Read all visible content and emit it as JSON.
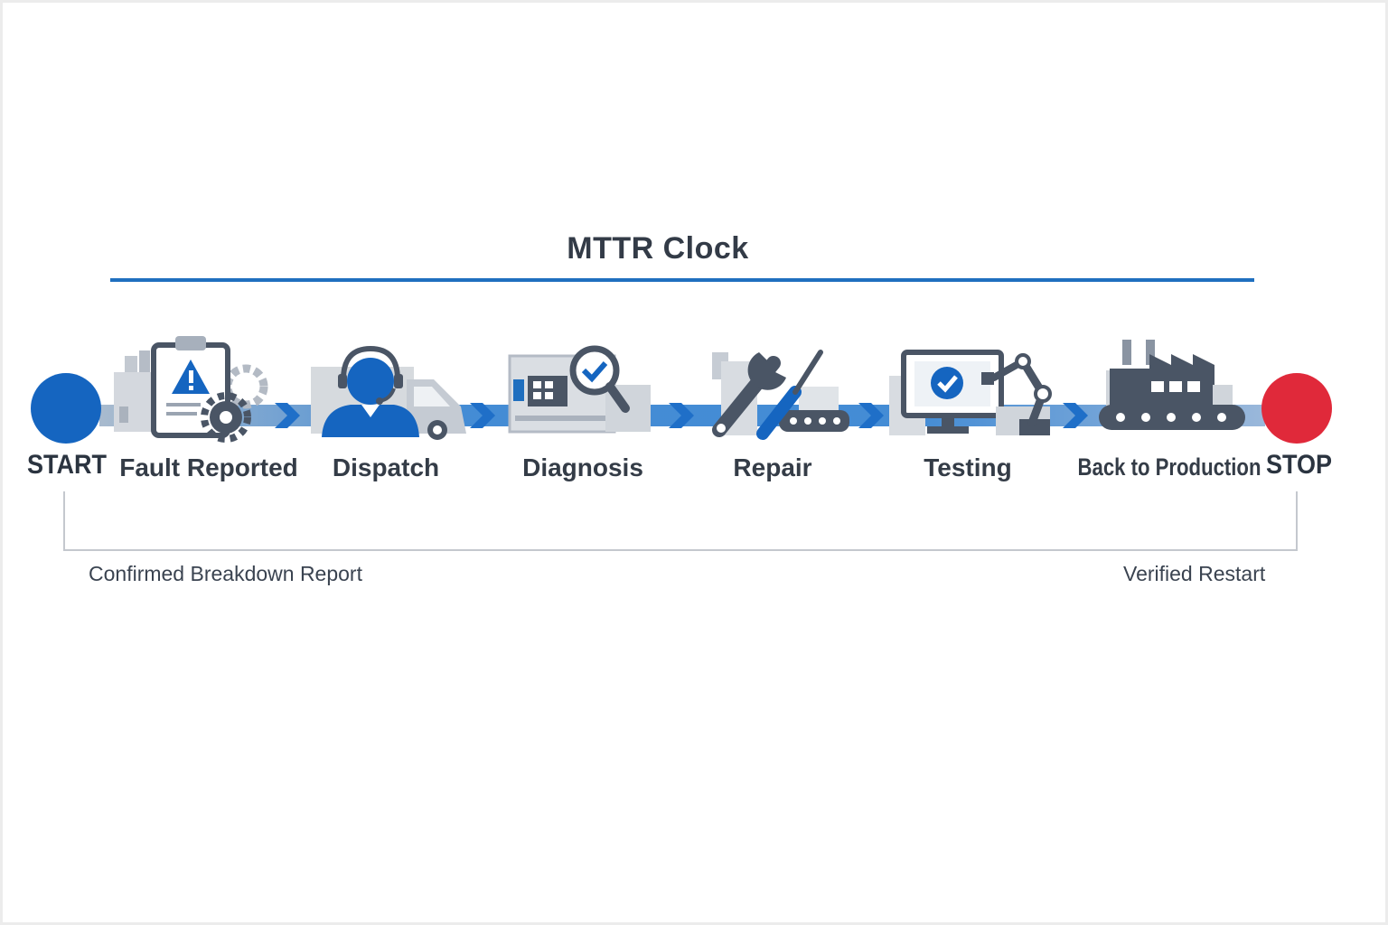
{
  "title": "MTTR Clock",
  "start": {
    "label": "START",
    "color": "#1565c0"
  },
  "stop": {
    "label": "STOP",
    "color": "#e0293a"
  },
  "steps": [
    {
      "label": "Fault Reported",
      "icon": "fault-clipboard-gear-icon"
    },
    {
      "label": "Dispatch",
      "icon": "technician-van-icon"
    },
    {
      "label": "Diagnosis",
      "icon": "machine-magnifier-icon"
    },
    {
      "label": "Repair",
      "icon": "wrench-screwdriver-icon"
    },
    {
      "label": "Testing",
      "icon": "monitor-robot-arm-icon"
    },
    {
      "label": "Back to Production",
      "icon": "factory-conveyor-icon"
    }
  ],
  "start_note": "Confirmed Breakdown Report",
  "stop_note": "Verified Restart",
  "colors": {
    "accent": "#1f6fbf",
    "dark": "#4a5565",
    "gray": "#c9ced6",
    "text": "#333b47"
  }
}
